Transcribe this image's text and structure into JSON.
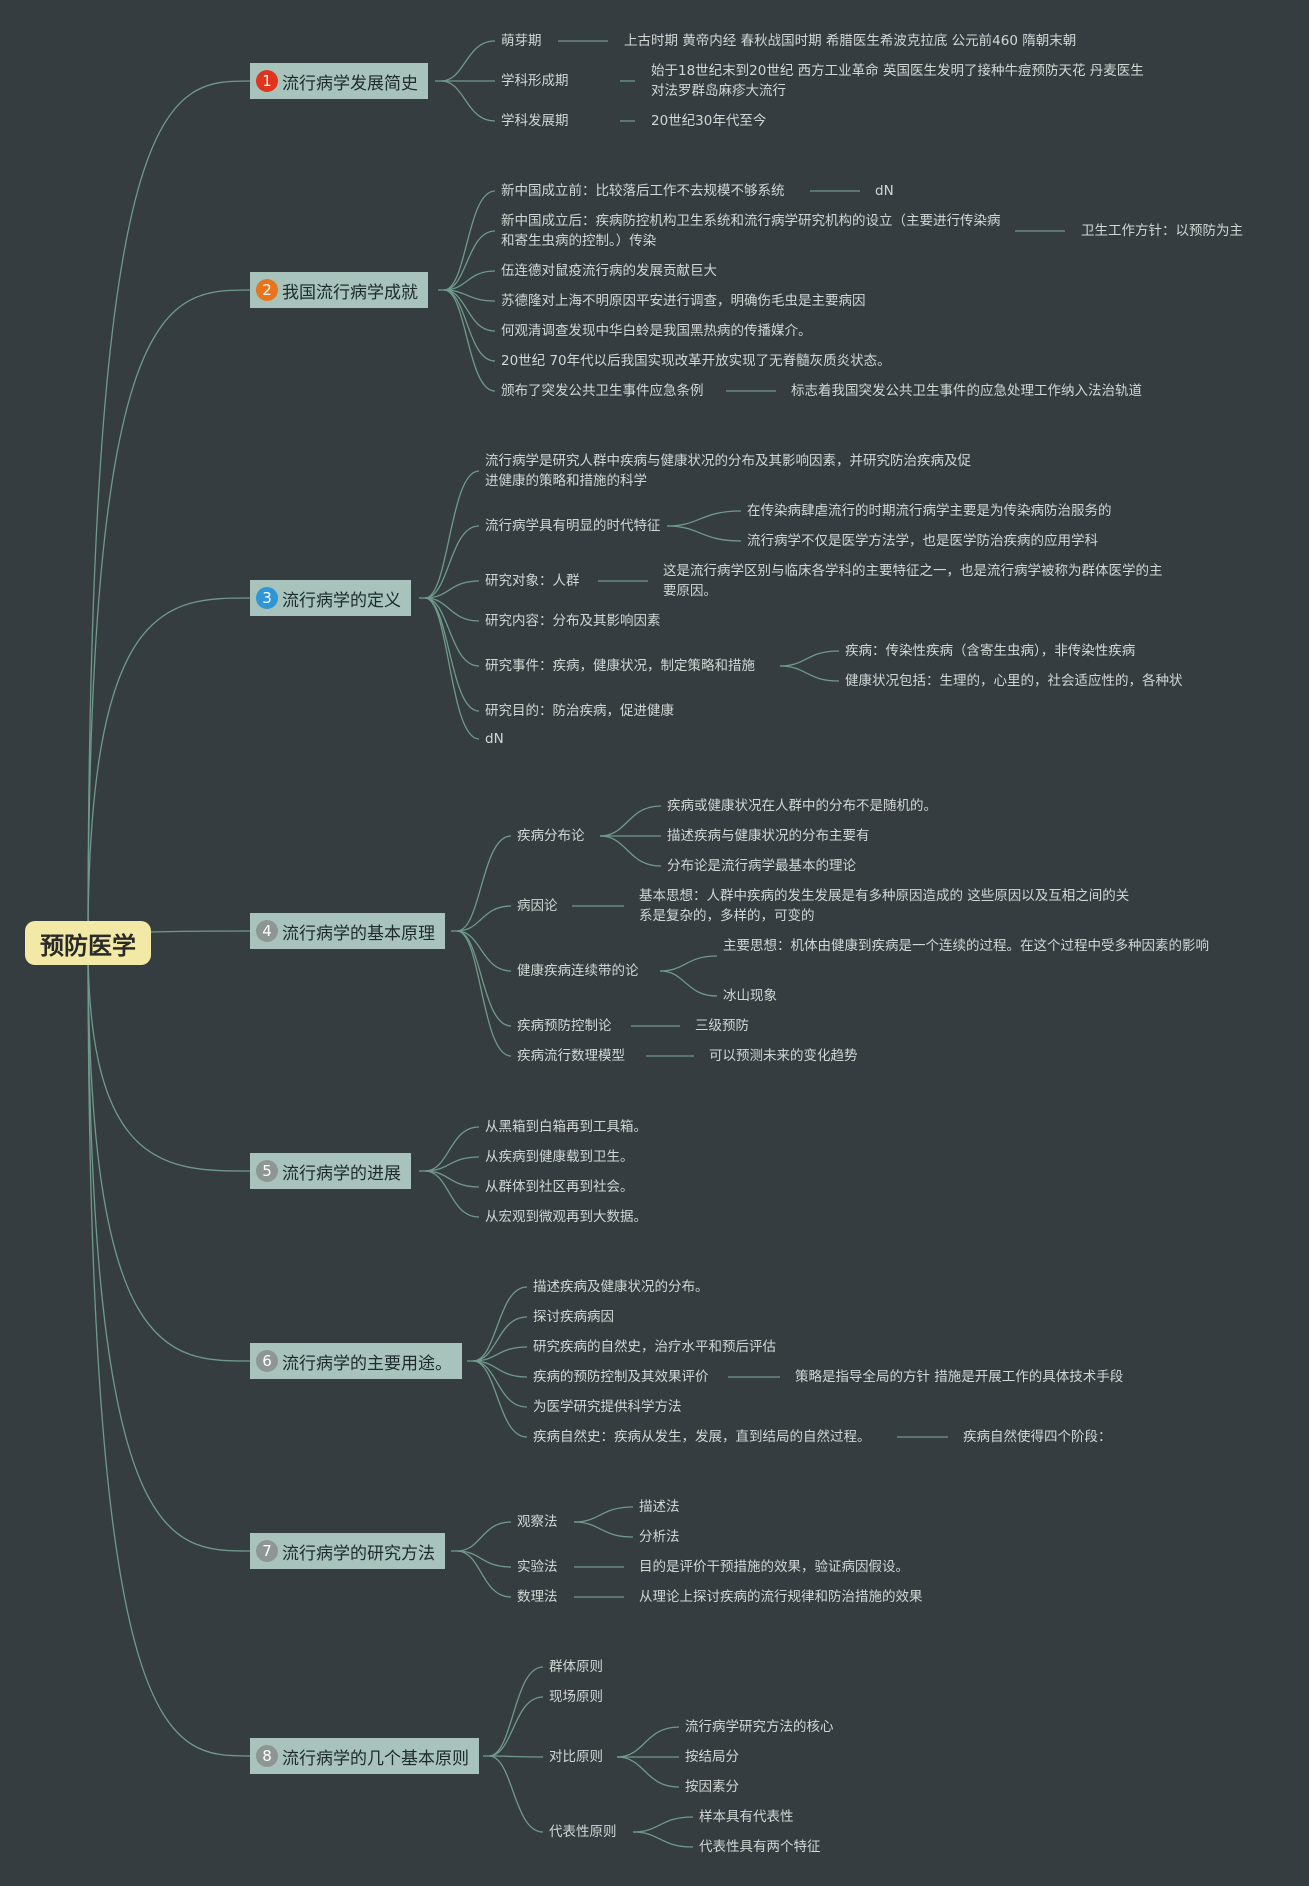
{
  "root": {
    "label": "预防医学"
  },
  "topics": [
    {
      "num": "1",
      "color": "#e2341d",
      "label": "流行病学发展简史",
      "children": [
        {
          "label": "萌芽期",
          "child": "上古时期 黄帝内经 春秋战国时期 希腊医生希波克拉底 公元前460 隋朝末朝"
        },
        {
          "label": "学科形成期",
          "child": "始于18世纪末到20世纪 西方工业革命 英国医生发明了接种牛痘预防天花 丹麦医生对法罗群岛麻疹大流行"
        },
        {
          "label": "学科发展期",
          "child": "20世纪30年代至今"
        }
      ]
    },
    {
      "num": "2",
      "color": "#e8741c",
      "label": "我国流行病学成就",
      "children": [
        {
          "label": "新中国成立前：比较落后工作不去规模不够系统",
          "child": "dN"
        },
        {
          "label": "新中国成立后：疾病防控机构卫生系统和流行病学研究机构的设立（主要进行传染病和寄生虫病的控制。）传染",
          "child": "卫生工作方针：以预防为主"
        },
        {
          "label": "伍连德对鼠疫流行病的发展贡献巨大"
        },
        {
          "label": "苏德隆对上海不明原因平安进行调查，明确伤毛虫是主要病因"
        },
        {
          "label": "何观清调查发现中华白蛉是我国黑热病的传播媒介。"
        },
        {
          "label": "20世纪 70年代以后我国实现改革开放实现了无脊髓灰质炎状态。"
        },
        {
          "label": "颁布了突发公共卫生事件应急条例",
          "child": "标志着我国突发公共卫生事件的应急处理工作纳入法治轨道"
        }
      ]
    },
    {
      "num": "3",
      "color": "#2f96d6",
      "label": "流行病学的定义",
      "children": [
        {
          "label": "流行病学是研究人群中疾病与健康状况的分布及其影响因素，并研究防治疾病及促进健康的策略和措施的科学"
        },
        {
          "label": "流行病学具有明显的时代特征",
          "subs": [
            "在传染病肆虐流行的时期流行病学主要是为传染病防治服务的",
            "流行病学不仅是医学方法学，也是医学防治疾病的应用学科"
          ]
        },
        {
          "label": "研究对象：人群",
          "child": "这是流行病学区别与临床各学科的主要特征之一，也是流行病学被称为群体医学的主要原因。"
        },
        {
          "label": "研究内容：分布及其影响因素"
        },
        {
          "label": "研究事件：疾病，健康状况，制定策略和措施",
          "subs": [
            "疾病：传染性疾病（含寄生虫病），非传染性疾病",
            "健康状况包括：生理的，心里的，社会适应性的，各种状"
          ]
        },
        {
          "label": "研究目的：防治疾病，促进健康"
        },
        {
          "label": "dN"
        }
      ]
    },
    {
      "num": "4",
      "color": "#8e9694",
      "label": "流行病学的基本原理",
      "children": [
        {
          "label": "疾病分布论",
          "subs": [
            "疾病或健康状况在人群中的分布不是随机的。",
            "描述疾病与健康状况的分布主要有",
            "分布论是流行病学最基本的理论"
          ]
        },
        {
          "label": "病因论",
          "child": "基本思想：人群中疾病的发生发展是有多种原因造成的 这些原因以及互相之间的关系是复杂的，多样的，可变的"
        },
        {
          "label": "健康疾病连续带的论",
          "subs": [
            "主要思想：机体由健康到疾病是一个连续的过程。在这个过程中受多种因素的影响",
            "冰山现象"
          ]
        },
        {
          "label": "疾病预防控制论",
          "child": "三级预防"
        },
        {
          "label": "疾病流行数理模型",
          "child": "可以预测未来的变化趋势"
        }
      ]
    },
    {
      "num": "5",
      "color": "#8e9694",
      "label": "流行病学的进展",
      "children": [
        {
          "label": "从黑箱到白箱再到工具箱。"
        },
        {
          "label": "从疾病到健康载到卫生。"
        },
        {
          "label": "从群体到社区再到社会。"
        },
        {
          "label": "从宏观到微观再到大数据。"
        }
      ]
    },
    {
      "num": "6",
      "color": "#8e9694",
      "label": "流行病学的主要用途。",
      "children": [
        {
          "label": "描述疾病及健康状况的分布。"
        },
        {
          "label": "探讨疾病病因"
        },
        {
          "label": "研究疾病的自然史，治疗水平和预后评估"
        },
        {
          "label": "疾病的预防控制及其效果评价",
          "child": "策略是指导全局的方针 措施是开展工作的具体技术手段"
        },
        {
          "label": "为医学研究提供科学方法"
        },
        {
          "label": "疾病自然史：疾病从发生，发展，直到结局的自然过程。",
          "child": "疾病自然使得四个阶段："
        }
      ]
    },
    {
      "num": "7",
      "color": "#8e9694",
      "label": "流行病学的研究方法",
      "children": [
        {
          "label": "观察法",
          "subs": [
            "描述法",
            "分析法"
          ]
        },
        {
          "label": "实验法",
          "child": "目的是评价干预措施的效果，验证病因假设。"
        },
        {
          "label": "数理法",
          "child": "从理论上探讨疾病的流行规律和防治措施的效果"
        }
      ]
    },
    {
      "num": "8",
      "color": "#8e9694",
      "label": "流行病学的几个基本原则",
      "children": [
        {
          "label": "群体原则"
        },
        {
          "label": "现场原则"
        },
        {
          "label": "对比原则",
          "subs": [
            "流行病学研究方法的核心",
            "按结局分",
            "按因素分"
          ]
        },
        {
          "label": "代表性原则",
          "subs": [
            "样本具有代表性",
            "代表性具有两个特征"
          ]
        }
      ]
    }
  ]
}
